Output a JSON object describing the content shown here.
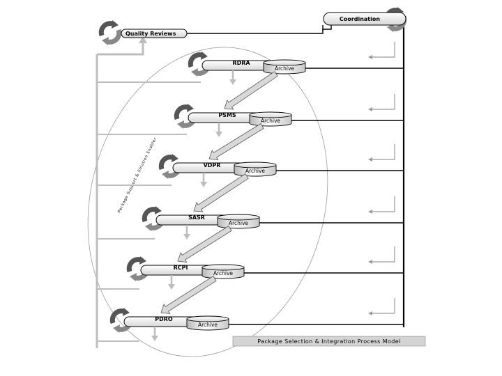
{
  "coordination_label": "Coordination",
  "quality_reviews_label": "Quality Reviews",
  "archive_label": "Archive",
  "side_label": "Package Support & Solution Enabler",
  "caption": "Package Selection & Integration Process Model",
  "stages": [
    {
      "label": "RDRA"
    },
    {
      "label": "PSMS"
    },
    {
      "label": "VDPR"
    },
    {
      "label": "SASR"
    },
    {
      "label": "RCPI"
    },
    {
      "label": "PDRO"
    }
  ]
}
